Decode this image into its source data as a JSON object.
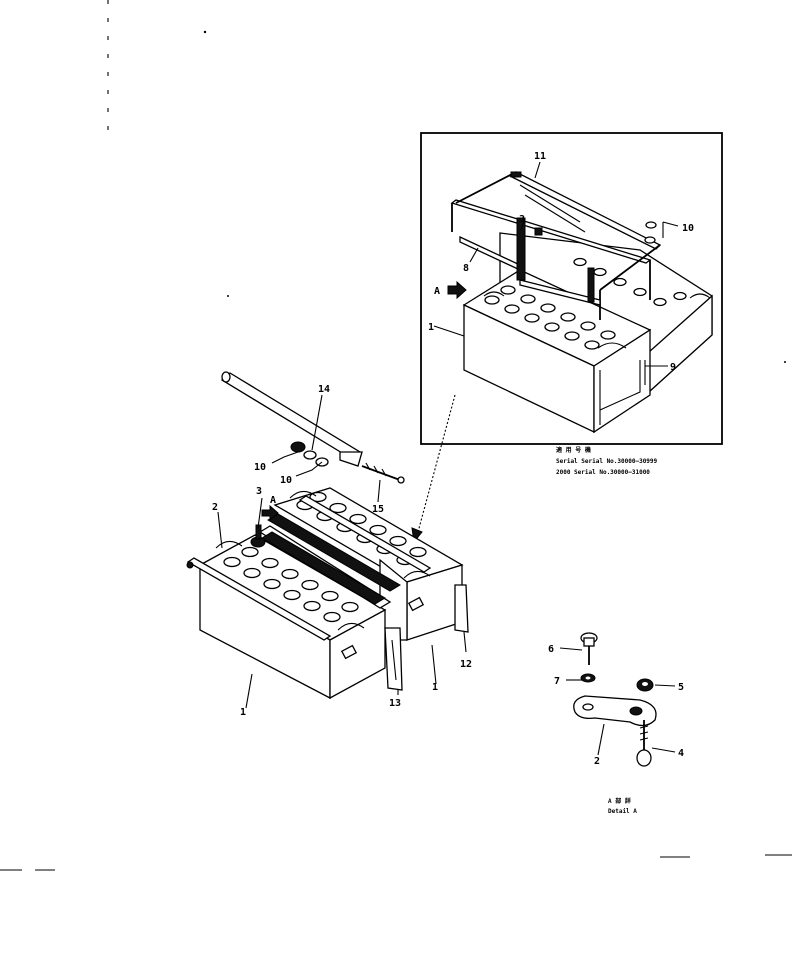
{
  "inset_caption": {
    "line1": "適 用 号 機",
    "line2": "Serial    Serial No.30000—30999",
    "line3": "2000    Serial No.30000—31000"
  },
  "detail_caption": {
    "line1": "A 部 詳",
    "line2": "Detail A"
  },
  "view_arrow_label": "A",
  "main_labels": {
    "l1a": "1",
    "l1b": "1",
    "l2": "2",
    "l3": "3",
    "l10": "10",
    "l10b": "10",
    "l12": "12",
    "l13": "13",
    "l14": "14",
    "l15": "15"
  },
  "inset_labels": {
    "l1": "1",
    "l3": "3",
    "l8": "8",
    "l9": "9",
    "l10": "10",
    "l11": "11"
  },
  "detail_labels": {
    "l2": "2",
    "l4": "4",
    "l5": "5",
    "l6": "6",
    "l7": "7"
  }
}
